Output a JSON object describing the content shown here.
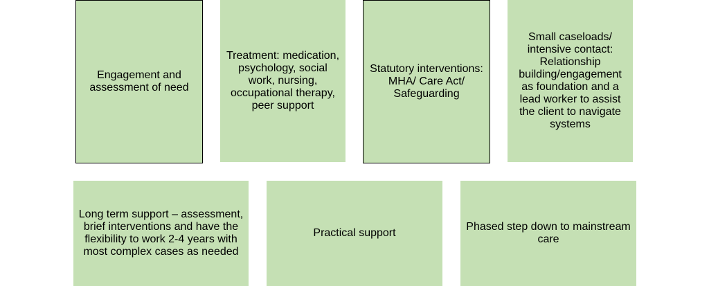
{
  "boxes": [
    {
      "id": "engagement",
      "text": "Engagement  and assessment of need"
    },
    {
      "id": "treatment",
      "text": "Treatment: medication, psychology, social work, nursing, occupational therapy, peer support"
    },
    {
      "id": "statutory",
      "text": "Statutory interventions: MHA/ Care Act/ Safeguarding"
    },
    {
      "id": "caseloads",
      "text": "Small caseloads/ intensive contact: Relationship building/engagement as foundation and a lead worker to assist the client to navigate systems"
    },
    {
      "id": "long-term",
      "text": "Long term support – assessment, brief interventions and have the flexibility to work 2-4 years with most complex cases as needed"
    },
    {
      "id": "practical",
      "text": "Practical support"
    },
    {
      "id": "step-down",
      "text": "Phased step down to mainstream care"
    }
  ],
  "colors": {
    "box_fill": "#c5e0b4",
    "outline": "#000000",
    "text": "#000000",
    "background": "#ffffff"
  }
}
